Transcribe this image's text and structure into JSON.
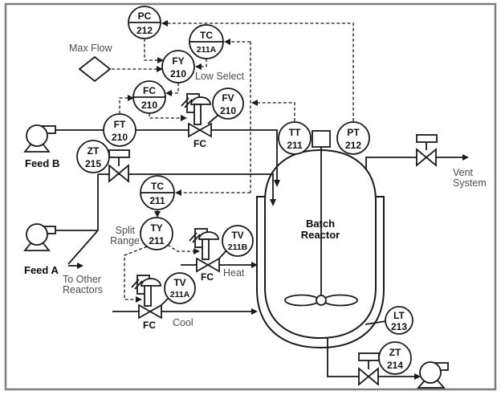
{
  "instruments": [
    {
      "tag": "PC",
      "num": "212"
    },
    {
      "tag": "TC",
      "num": "211A"
    },
    {
      "tag": "FY",
      "num": "210"
    },
    {
      "tag": "FC",
      "num": "210"
    },
    {
      "tag": "FV",
      "num": "210"
    },
    {
      "tag": "FT",
      "num": "210"
    },
    {
      "tag": "ZT",
      "num": "215"
    },
    {
      "tag": "TC",
      "num": "211"
    },
    {
      "tag": "TY",
      "num": "211"
    },
    {
      "tag": "TV",
      "num": "211B"
    },
    {
      "tag": "TV",
      "num": "211A"
    },
    {
      "tag": "TT",
      "num": "211"
    },
    {
      "tag": "PT",
      "num": "212"
    },
    {
      "tag": "LT",
      "num": "213"
    },
    {
      "tag": "ZT",
      "num": "214"
    }
  ],
  "labels": {
    "max_flow": "Max Flow",
    "low_select": "Low Select",
    "split": "Split",
    "range": "Range",
    "feed_b": "Feed B",
    "feed_a": "Feed A",
    "to_other_line1": "To Other",
    "to_other_line2": "Reactors",
    "reactor_line1": "Batch",
    "reactor_line2": "Reactor",
    "heat": "Heat",
    "cool": "Cool",
    "vent_line1": "Vent",
    "vent_line2": "System",
    "valve_fc_feed": "FC",
    "valve_fc_heat": "FC",
    "valve_fc_cool": "FC"
  },
  "colors": {
    "line": "#1a1a1a",
    "gray_label": "#4d4d4d",
    "border": "#7d7d7d",
    "background": "#ffffff"
  }
}
